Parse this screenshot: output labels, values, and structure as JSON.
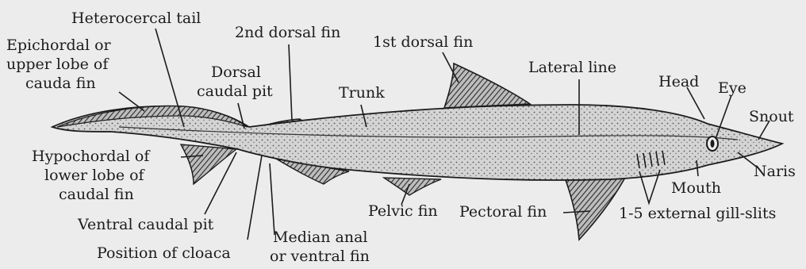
{
  "labels": {
    "heterocercal_tail": "Heterocercal tail",
    "second_dorsal_fin": "2nd dorsal fin",
    "first_dorsal_fin": "1st dorsal fin",
    "epichordal_l1": "Epichordal or",
    "epichordal_l2": "upper lobe of",
    "epichordal_l3": "cauda fin",
    "dorsal_caudal_pit_l1": "Dorsal",
    "dorsal_caudal_pit_l2": "caudal pit",
    "trunk": "Trunk",
    "lateral_line": "Lateral line",
    "head": "Head",
    "eye": "Eye",
    "snout": "Snout",
    "naris": "Naris",
    "mouth": "Mouth",
    "gill_slits": "1-5 external gill-slits",
    "pectoral_fin": "Pectoral fin",
    "pelvic_fin": "Pelvic fin",
    "median_anal_l1": "Median anal",
    "median_anal_l2": "or ventral fin",
    "hypochordal_l1": "Hypochordal of",
    "hypochordal_l2": "lower lobe of",
    "hypochordal_l3": "caudal fin",
    "ventral_caudal_pit": "Ventral caudal pit",
    "position_of_cloaca": "Position of cloaca"
  },
  "colors": {
    "background": "#ececec",
    "ink": "#1c1c1c",
    "body_fill": "#d2d2d2"
  }
}
